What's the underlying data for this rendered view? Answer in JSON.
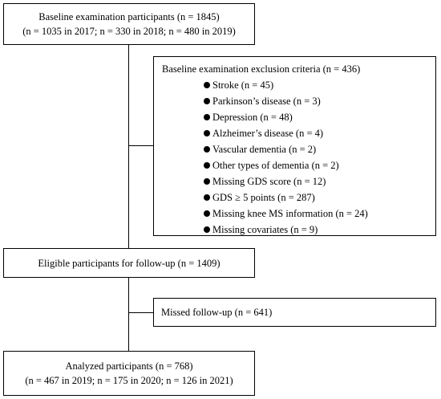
{
  "baseline": {
    "line1": "Baseline examination participants (n = 1845)",
    "line2": "(n = 1035 in 2017; n = 330 in 2018; n = 480 in 2019)"
  },
  "exclusion": {
    "title": "Baseline examination exclusion criteria (n = 436)",
    "items": [
      "Stroke (n = 45)",
      "Parkinson’s disease (n = 3)",
      "Depression (n = 48)",
      "Alzheimer’s disease (n = 4)",
      "Vascular dementia (n = 2)",
      "Other types of dementia (n = 2)",
      "Missing GDS score (n = 12)",
      "GDS ≥ 5 points (n = 287)",
      "Missing knee MS information (n = 24)",
      "Missing covariates (n = 9)"
    ]
  },
  "eligible": {
    "label": "Eligible participants for follow-up (n = 1409)"
  },
  "missed": {
    "label": "Missed follow-up (n = 641)"
  },
  "analyzed": {
    "line1": "Analyzed participants (n = 768)",
    "line2": "(n = 467 in 2019; n = 175 in 2020; n = 126 in 2021)"
  }
}
